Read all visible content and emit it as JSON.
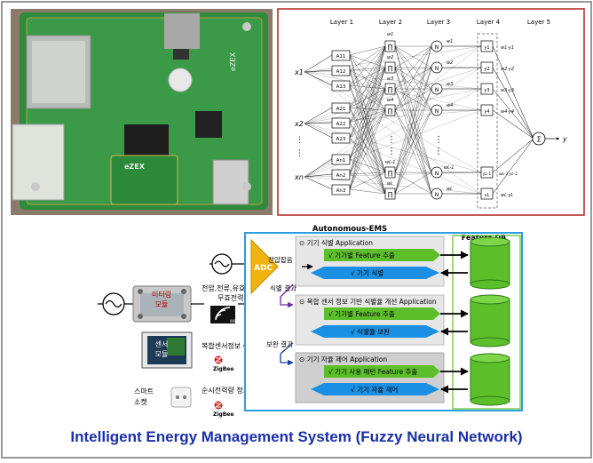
{
  "nn": {
    "layer_titles": [
      "Layer 1",
      "Layer 2",
      "Layer 3",
      "Layer 4",
      "Layer 5"
    ],
    "inputs": [
      "x1",
      "x2",
      "xn"
    ],
    "a_groups": [
      [
        "A11",
        "A12",
        "A13"
      ],
      [
        "A21",
        "A22",
        "A23"
      ],
      [
        "An1",
        "An2",
        "An3"
      ]
    ],
    "pi_symbol": "∏",
    "n_symbol": "N",
    "w_top": [
      "w1",
      "w2",
      "w3",
      "w4"
    ],
    "w_bot": [
      "wL-1",
      "wL"
    ],
    "y_top": [
      "y1",
      "y2",
      "y3",
      "y4"
    ],
    "y_bot": [
      "yL-1",
      "yL"
    ],
    "out_top": [
      "w1·y1",
      "w2·y2",
      "w3·y3",
      "w4·y4"
    ],
    "out_bot": [
      "wL-1·yL-1",
      "wL·yL"
    ],
    "sum_symbol": "Σ",
    "output": "y"
  },
  "ems": {
    "title": "Autonomous-EMS",
    "feature_db": "Feature DB",
    "adc": "ADC",
    "voltage_current": "전압잡음",
    "section1_title": "⊙ 기기 식별 Application",
    "s1_feature": "√ 기기별 Feature 추출",
    "s1_ident": "√ 기기 식별",
    "id_result": "식별 결과",
    "section2_title": "⊙ 복합 센서 정보 기반 식별율 개선 Application",
    "s2_feature": "√ 기기별 Feature 추출",
    "s2_improve": "√ 식별율 보완",
    "comp_result": "보완 결과",
    "section3_title": "⊙ 기기 자율 제어 Application",
    "s3_feature": "√ 기기 사용 패턴 Feature 추출",
    "s3_control": "√ 기기 자율 제어",
    "meter_module": "미터링 모듈",
    "meter_info": "전압,전류,유효, 무효전력",
    "sensor_module": "센서 모듈",
    "sensor_info": "복합센서정보",
    "smart_socket": "스마트 소켓",
    "socket_info": "순시전력량 정보",
    "wifi": "WiFi",
    "zigbee": "ZigBee"
  },
  "caption": "Intelligent Energy Management System (Fuzzy Neural Network)",
  "colors": {
    "caption": "#1a2fa8",
    "adc": "#f2b310",
    "green_bar": "#5cbf2a",
    "blue_bar": "#1a8fe3",
    "db": "#5cbf2a",
    "ems_border": "#2a9ee0",
    "nn_border": "#b22222"
  }
}
